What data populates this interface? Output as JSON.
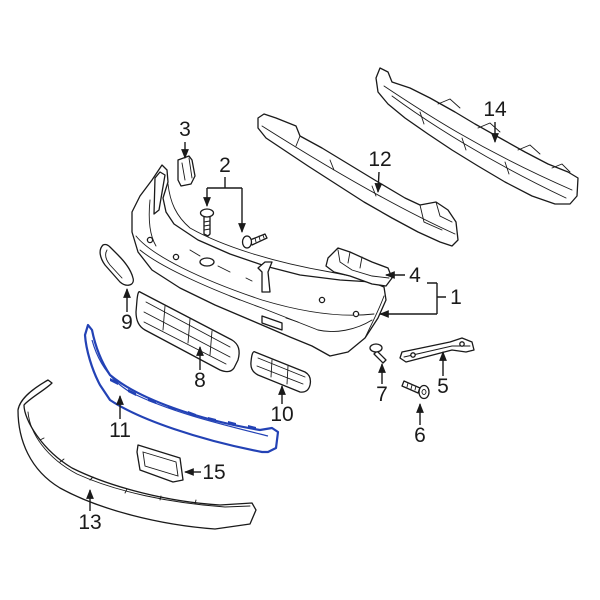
{
  "callouts": {
    "c1": "1",
    "c2": "2",
    "c3": "3",
    "c4": "4",
    "c5": "5",
    "c6": "6",
    "c7": "7",
    "c8": "8",
    "c9": "9",
    "c10": "10",
    "c11": "11",
    "c12": "12",
    "c13": "13",
    "c14": "14",
    "c15": "15"
  },
  "colors": {
    "highlight": "#2342b5",
    "line": "#1a1a1a",
    "background": "#ffffff"
  }
}
